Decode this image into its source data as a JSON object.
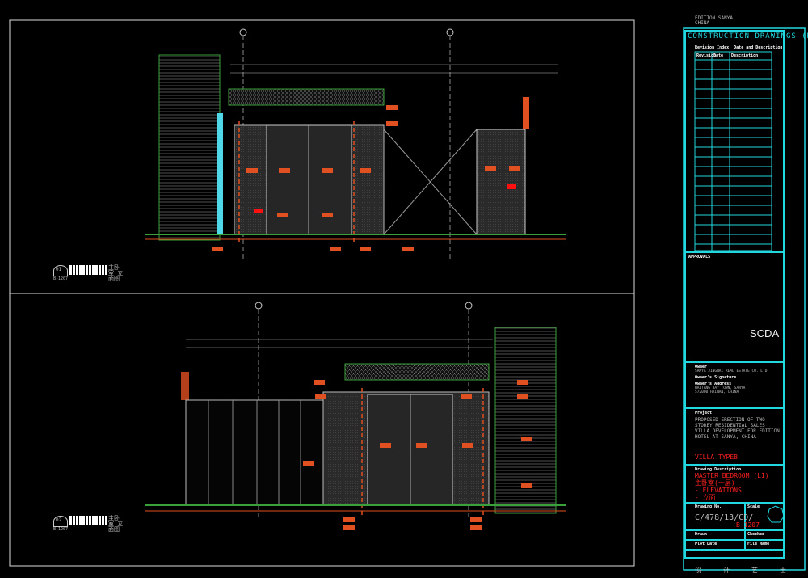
{
  "title_block": {
    "project_location": "EDITION SANYA, CHINA",
    "stage": "CONSTRUCTION DRAWINGS (D)",
    "revision_header": "Revision Index, Date and Description",
    "revision_columns": [
      "Revision",
      "Date",
      "Description"
    ],
    "approvals_label": "APPROVALS",
    "firm": "SCDA",
    "owner_label": "Owner",
    "owner_name": "SANYA JINGHAI REAL ESTATE CO. LTD",
    "owner_signature_label": "Owner's Signature",
    "owner_address_label": "Owner's Address",
    "owner_address": "HAITANG BAY TOWN, SANYA 572000 HAINAN, CHINA",
    "project_label": "Project",
    "project_description": "PROPOSED ERECTION OF TWO STOREY RESIDENTIAL SALES VILLA DEVELOPMENT FOR EDITION HOTEL AT SANYA, CHINA",
    "villa_type": "VILLA TYPEB",
    "drawing_description_label": "Drawing Description",
    "drawing_title": [
      "MASTER BEDROOM (L1)",
      "主卧室(一层)",
      "- ELEVATIONS",
      "- 立面"
    ],
    "drawing_no_label": "Drawing No.",
    "scale_label": "Scale",
    "drawing_no": "C/478/13/CD/",
    "drawing_no_suffix": "B-1207",
    "drawn_label": "Drawn",
    "checked_label": "Checked",
    "plot_date_label": "Plot Date",
    "file_name_label": "File Name",
    "footer_chinese": [
      "设",
      "计",
      "艺",
      "士"
    ]
  },
  "drawings": [
    {
      "number": "01",
      "ref": "B-1207",
      "caption_cn": "主卧室 立面图"
    },
    {
      "number": "02",
      "ref": "B-1207",
      "caption_cn": "主卧室 立面图"
    }
  ],
  "colors": {
    "frame": "#22d8e0",
    "accent": "#ff2020",
    "wall": "#3aa03a",
    "panel": "#1e1e1e"
  }
}
